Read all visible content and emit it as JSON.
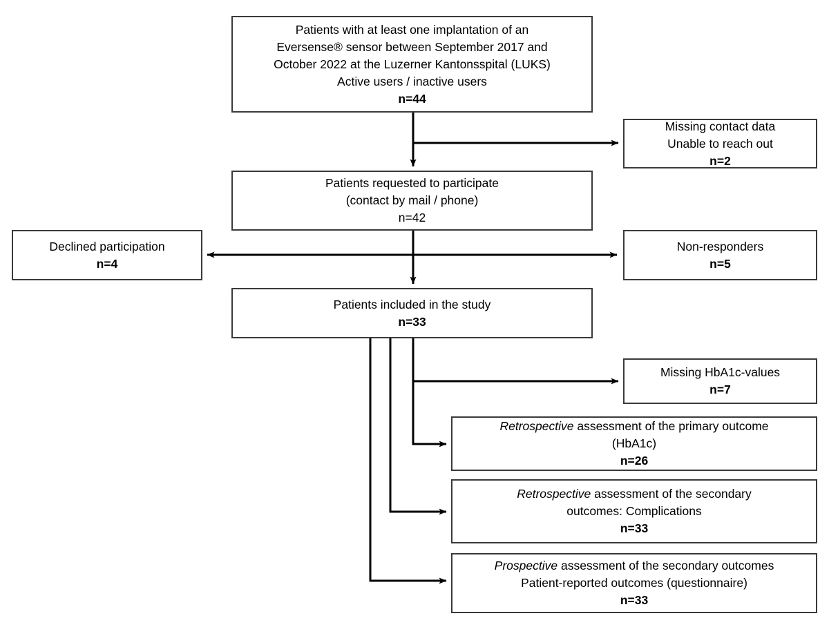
{
  "diagram": {
    "title": "Patient inclusion flow diagram",
    "type": "flowchart",
    "line_color": "#3a3a3a",
    "arrow_color": "#000000",
    "background": "#ffffff"
  },
  "nodes": {
    "source": {
      "name": "source-population",
      "lines": [
        "Patients with at least one implantation of an",
        "Eversense® sensor between September 2017 and",
        "October 2022 at the Luzerner Kantonsspital (LUKS)",
        "Active users / inactive users"
      ],
      "count_label": "n=44",
      "count": 44
    },
    "missing_contact": {
      "name": "missing-contact-data",
      "lines": [
        "Missing contact data",
        "Unable to reach out"
      ],
      "count_label": "n=2",
      "count": 2
    },
    "requested": {
      "name": "patients-requested",
      "lines": [
        "Patients requested to participate",
        "(contact by mail / phone)",
        "n=42"
      ],
      "count_label": "n=42",
      "count": 42
    },
    "declined": {
      "name": "declined-participation",
      "lines": [
        "Declined participation"
      ],
      "count_label": "n=4",
      "count": 4
    },
    "nonresponders": {
      "name": "non-responders",
      "lines": [
        "Non-responders"
      ],
      "count_label": "n=5",
      "count": 5
    },
    "included": {
      "name": "patients-included",
      "lines": [
        "Patients included in the study"
      ],
      "count_label": "n=33",
      "count": 33
    },
    "missing_hba1c": {
      "name": "missing-hba1c-values",
      "lines": [
        "Missing HbA1c-values"
      ],
      "count_label": "n=7",
      "count": 7
    },
    "retro_primary": {
      "name": "retrospective-primary-outcome",
      "line1_italic": "Retrospective",
      "line1_rest": " assessment of the primary outcome",
      "line2": "(HbA1c)",
      "count_label": "n=26",
      "count": 26
    },
    "retro_secondary": {
      "name": "retrospective-secondary-outcomes",
      "line1_italic": "Retrospective",
      "line1_rest": " assessment of the secondary",
      "line2": "outcomes: Complications",
      "count_label": "n=33",
      "count": 33
    },
    "prospective": {
      "name": "prospective-secondary-outcomes",
      "line1_italic": "Prospective",
      "line1_rest": " assessment of the secondary outcomes",
      "line2": "Patient-reported outcomes (questionnaire)",
      "count_label": "n=33",
      "count": 33
    }
  }
}
